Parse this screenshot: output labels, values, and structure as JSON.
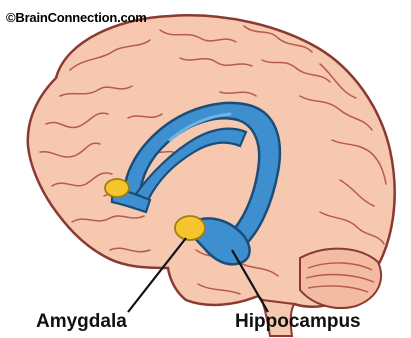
{
  "copyright": "©BrainConnection.com",
  "labels": {
    "amygdala": "Amygdala",
    "hippocampus": "Hippocampus"
  },
  "colors": {
    "brain_fill": "#f6c8b0",
    "brain_outline": "#8a3a32",
    "sulci": "#b85a4a",
    "structure_fill": "#3d8fcf",
    "structure_outline": "#1b4d78",
    "nuclei_fill": "#f6c52e",
    "nuclei_outline": "#a07d10"
  }
}
